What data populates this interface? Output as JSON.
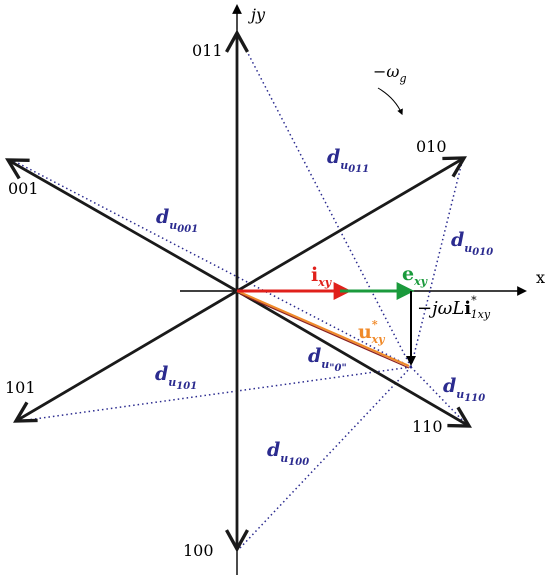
{
  "colors": {
    "axis": "#000000",
    "vector": "#1a1a1a",
    "dotted": "#2b2b8f",
    "label": "#2b2b8f",
    "current": "#e0201b",
    "emf": "#1a9a3c",
    "voltage_ref": "#f08a2a",
    "drop": "#000000"
  },
  "axes": {
    "x_label": "x",
    "y_label": "jy"
  },
  "rotation": {
    "label": "−ω",
    "sub": "g"
  },
  "states": {
    "s011": "011",
    "s010": "010",
    "s001": "001",
    "s101": "101",
    "s110": "110",
    "s100": "100"
  },
  "dvectors": {
    "base": "d",
    "prefix": "u",
    "d011": "011",
    "d010": "010",
    "d001": "001",
    "d101": "101",
    "d110": "110",
    "d100": "100",
    "d0": "\"0\""
  },
  "vectors": {
    "i_label": "i",
    "i_sub": "xy",
    "e_label": "e",
    "e_sub": "xy",
    "u_label": "u",
    "u_sup": "*",
    "u_sub": "xy",
    "drop_label": "−jωL",
    "drop_i": "i",
    "drop_sup": "*",
    "drop_sub": "1xy"
  }
}
